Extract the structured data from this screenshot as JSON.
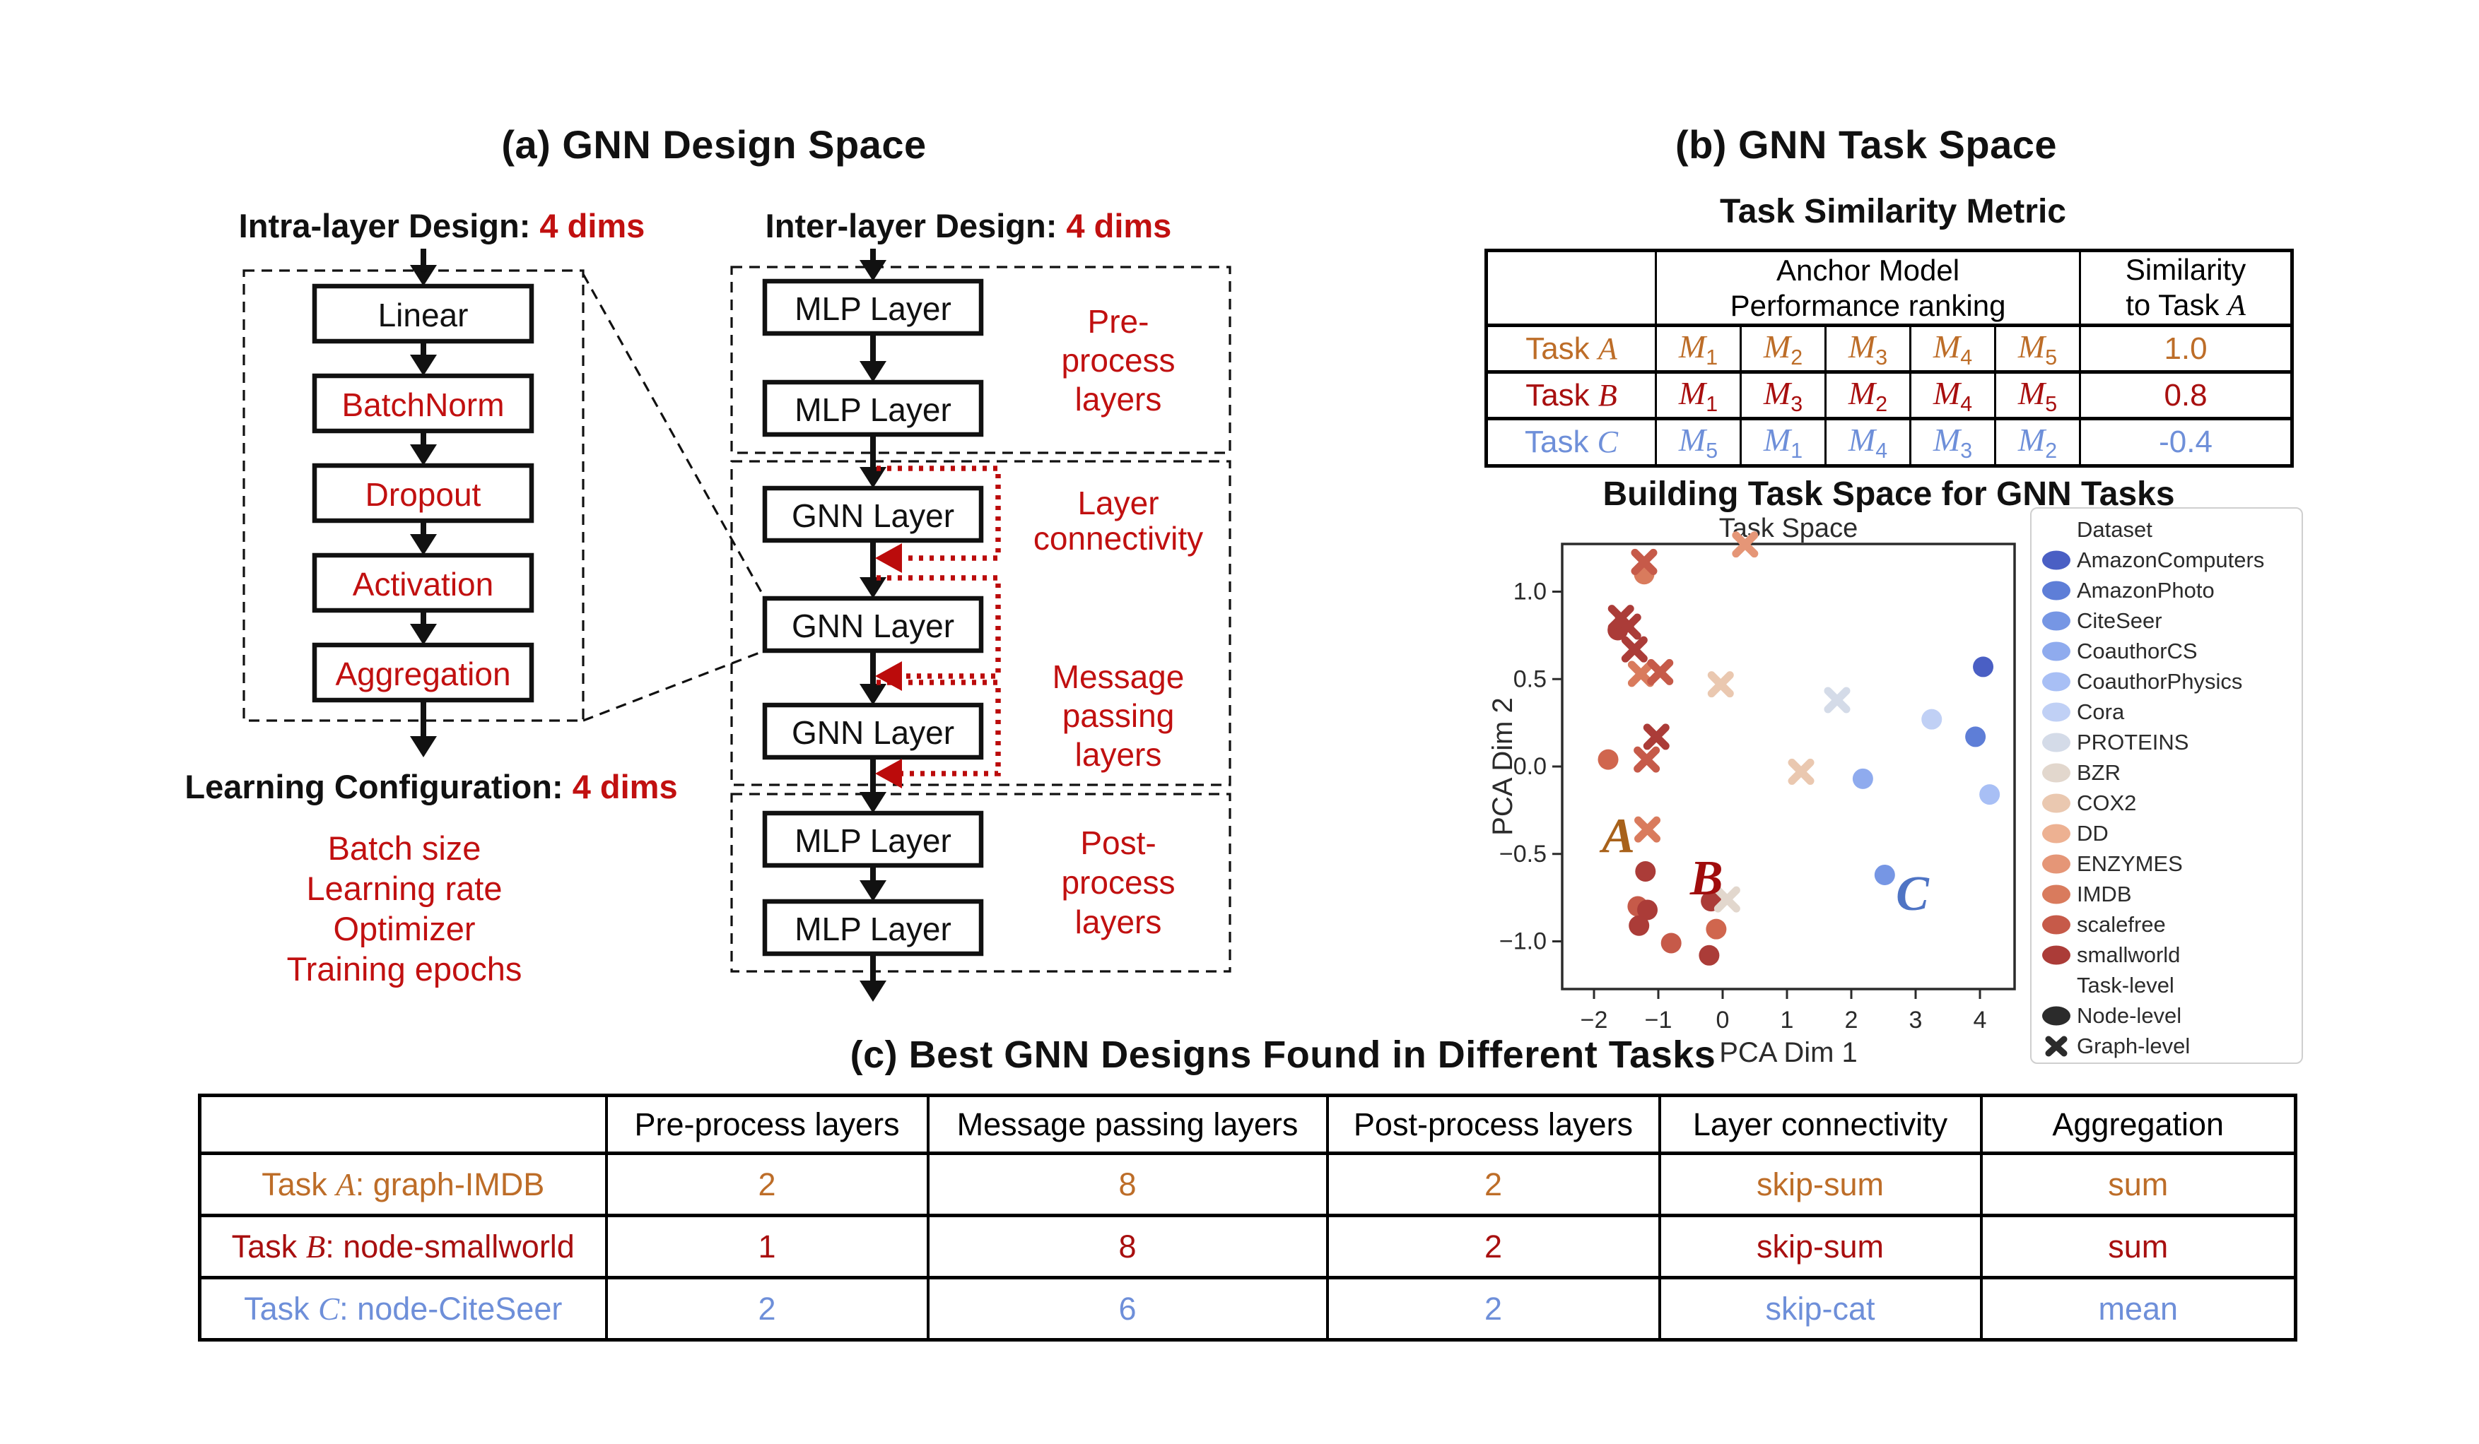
{
  "panel_a": {
    "title": "(a) GNN Design Space",
    "intra_heading": "Intra-layer Design:",
    "intra_heading_dims": "4 dims",
    "inter_heading": "Inter-layer Design:",
    "inter_heading_dims": "4 dims",
    "intra_boxes": [
      {
        "label": "Linear",
        "color": "#111111"
      },
      {
        "label": "BatchNorm",
        "color": "#c11010"
      },
      {
        "label": "Dropout",
        "color": "#c11010"
      },
      {
        "label": "Activation",
        "color": "#c11010"
      },
      {
        "label": "Aggregation",
        "color": "#c11010"
      }
    ],
    "inter_boxes": [
      "MLP Layer",
      "MLP Layer",
      "GNN Layer",
      "GNN Layer",
      "GNN Layer",
      "MLP Layer",
      "MLP Layer"
    ],
    "inter_labels": {
      "pre": [
        "Pre-",
        "process",
        "layers"
      ],
      "connectivity": [
        "Layer",
        "connectivity"
      ],
      "message": [
        "Message",
        "passing",
        "layers"
      ],
      "post": [
        "Post-",
        "process",
        "layers"
      ]
    },
    "learning_heading": "Learning Configuration:",
    "learning_heading_dims": "4 dims",
    "learning_items": [
      "Batch size",
      "Learning rate",
      "Optimizer",
      "Training epochs"
    ]
  },
  "panel_b": {
    "title": "(b) GNN Task Space",
    "metric_title": "Task Similarity Metric",
    "metric_table": {
      "anchor_header_line1": "Anchor Model",
      "anchor_header_line2": "Performance ranking",
      "similarity_header_line1": "Similarity",
      "similarity_header_line2_prefix": "to Task ",
      "similarity_header_letter": "A",
      "rows": [
        {
          "task_prefix": "Task ",
          "task_letter": "A",
          "color": "#bd6d28",
          "ranking": [
            "M1",
            "M2",
            "M3",
            "M4",
            "M5"
          ],
          "similarity": "1.0"
        },
        {
          "task_prefix": "Task ",
          "task_letter": "B",
          "color": "#a80f0f",
          "ranking": [
            "M1",
            "M3",
            "M2",
            "M4",
            "M5"
          ],
          "similarity": "0.8"
        },
        {
          "task_prefix": "Task ",
          "task_letter": "C",
          "color": "#6e8fd9",
          "ranking": [
            "M5",
            "M1",
            "M4",
            "M3",
            "M2"
          ],
          "similarity": "-0.4"
        }
      ]
    },
    "space_title": "Building Task Space for GNN Tasks"
  },
  "chart_data": {
    "type": "scatter",
    "title": "Task Space",
    "xlabel": "PCA Dim 1",
    "ylabel": "PCA Dim 2",
    "xlim": [
      -2.5,
      4.55
    ],
    "ylim": [
      -1.27,
      1.32
    ],
    "xticks": [
      -2,
      -1,
      0,
      1,
      2,
      3,
      4
    ],
    "yticks": [
      1.0,
      0.5,
      0.0,
      -0.5,
      -1.0
    ],
    "grid": false,
    "legend": {
      "position": "right",
      "dataset_header": "Dataset",
      "datasets": [
        {
          "name": "AmazonComputers",
          "color": "#4a5fc4"
        },
        {
          "name": "AmazonPhoto",
          "color": "#5e7ed7"
        },
        {
          "name": "CiteSeer",
          "color": "#7696e4"
        },
        {
          "name": "CoauthorCS",
          "color": "#8fabee"
        },
        {
          "name": "CoauthorPhysics",
          "color": "#a8bff5"
        },
        {
          "name": "Cora",
          "color": "#c0d0f5"
        },
        {
          "name": "PROTEINS",
          "color": "#d4dbe8"
        },
        {
          "name": "BZR",
          "color": "#e2d7cd"
        },
        {
          "name": "COX2",
          "color": "#eac8b0"
        },
        {
          "name": "DD",
          "color": "#edb192"
        },
        {
          "name": "ENZYMES",
          "color": "#e59677"
        },
        {
          "name": "IMDB",
          "color": "#d97b5d"
        },
        {
          "name": "scalefree",
          "color": "#c65a49"
        },
        {
          "name": "smallworld",
          "color": "#ab3c38"
        }
      ],
      "task_header": "Task-level",
      "task_levels": [
        {
          "name": "Node-level",
          "marker": "circle"
        },
        {
          "name": "Graph-level",
          "marker": "x"
        }
      ]
    },
    "points": [
      {
        "x": 0.35,
        "y": 1.27,
        "marker": "x",
        "dataset": "ENZYMES",
        "color": "#e59677"
      },
      {
        "x": -1.22,
        "y": 1.17,
        "marker": "x",
        "dataset": "scalefree",
        "color": "#c65a49"
      },
      {
        "x": -1.58,
        "y": 0.85,
        "marker": "x",
        "dataset": "smallworld",
        "color": "#ab3c38"
      },
      {
        "x": -1.47,
        "y": 0.8,
        "marker": "x",
        "dataset": "smallworld",
        "color": "#ab3c38"
      },
      {
        "x": -1.37,
        "y": 0.67,
        "marker": "x",
        "dataset": "smallworld",
        "color": "#ab3c38"
      },
      {
        "x": -1.27,
        "y": 0.53,
        "marker": "x",
        "dataset": "IMDB",
        "color": "#d97b5d"
      },
      {
        "x": -0.97,
        "y": 0.54,
        "marker": "x",
        "dataset": "scalefree",
        "color": "#c65a49"
      },
      {
        "x": -0.03,
        "y": 0.47,
        "marker": "x",
        "dataset": "COX2",
        "color": "#eac8b0"
      },
      {
        "x": 1.78,
        "y": 0.38,
        "marker": "x",
        "dataset": "PROTEINS",
        "color": "#d4dbe8"
      },
      {
        "x": -1.03,
        "y": 0.17,
        "marker": "x",
        "dataset": "smallworld",
        "color": "#ab3c38"
      },
      {
        "x": -1.18,
        "y": 0.04,
        "marker": "x",
        "dataset": "scalefree",
        "color": "#c65a49"
      },
      {
        "x": 1.22,
        "y": -0.03,
        "marker": "x",
        "dataset": "COX2",
        "color": "#eac8b0"
      },
      {
        "x": -1.17,
        "y": -0.36,
        "marker": "x",
        "dataset": "IMDB",
        "color": "#d97b5d"
      },
      {
        "x": 0.07,
        "y": -0.76,
        "marker": "x",
        "dataset": "BZR",
        "color": "#e2d7cd"
      },
      {
        "x": -1.22,
        "y": 1.1,
        "marker": "circle",
        "dataset": "IMDB",
        "color": "#d97b5d"
      },
      {
        "x": -1.63,
        "y": 0.78,
        "marker": "circle",
        "dataset": "smallworld",
        "color": "#ab3c38"
      },
      {
        "x": -1.78,
        "y": 0.04,
        "marker": "circle",
        "dataset": "IMDB",
        "color": "#d0664e"
      },
      {
        "x": -1.2,
        "y": -0.6,
        "marker": "circle",
        "dataset": "smallworld",
        "color": "#ab3c38"
      },
      {
        "x": -1.32,
        "y": -0.8,
        "marker": "circle",
        "dataset": "scalefree",
        "color": "#c65a49"
      },
      {
        "x": -1.17,
        "y": -0.82,
        "marker": "circle",
        "dataset": "smallworld",
        "color": "#ab3c38"
      },
      {
        "x": -1.3,
        "y": -0.91,
        "marker": "circle",
        "dataset": "smallworld",
        "color": "#ab3c38"
      },
      {
        "x": -0.18,
        "y": -0.77,
        "marker": "circle",
        "dataset": "smallworld",
        "color": "#ab3c38"
      },
      {
        "x": -0.1,
        "y": -0.93,
        "marker": "circle",
        "dataset": "IMDB",
        "color": "#d0664e"
      },
      {
        "x": -0.8,
        "y": -1.01,
        "marker": "circle",
        "dataset": "scalefree",
        "color": "#c65a49"
      },
      {
        "x": -0.21,
        "y": -1.08,
        "marker": "circle",
        "dataset": "smallworld",
        "color": "#ab3c38"
      },
      {
        "x": 2.18,
        "y": -0.07,
        "marker": "circle",
        "dataset": "CoauthorCS",
        "color": "#8fabee"
      },
      {
        "x": 2.52,
        "y": -0.62,
        "marker": "circle",
        "dataset": "CiteSeer",
        "color": "#7696e4"
      },
      {
        "x": 3.25,
        "y": 0.27,
        "marker": "circle",
        "dataset": "Cora",
        "color": "#c0d0f5"
      },
      {
        "x": 3.93,
        "y": 0.17,
        "marker": "circle",
        "dataset": "AmazonPhoto",
        "color": "#5e7ed7"
      },
      {
        "x": 4.05,
        "y": 0.57,
        "marker": "circle",
        "dataset": "AmazonComputers",
        "color": "#4a5fc4"
      },
      {
        "x": 4.15,
        "y": -0.16,
        "marker": "circle",
        "dataset": "CoauthorPhysics",
        "color": "#a8bff5"
      }
    ],
    "annotations": [
      {
        "text": "A",
        "x": -1.62,
        "y": -0.4,
        "color": "#a8611a"
      },
      {
        "text": "B",
        "x": -0.25,
        "y": -0.64,
        "color": "#a00d0d"
      },
      {
        "text": "C",
        "x": 2.95,
        "y": -0.73,
        "color": "#4f74c4"
      }
    ]
  },
  "panel_c": {
    "title": "(c) Best GNN Designs Found in Different Tasks",
    "columns": [
      "Pre-process layers",
      "Message passing layers",
      "Post-process layers",
      "Layer connectivity",
      "Aggregation"
    ],
    "rows": [
      {
        "task_prefix": "Task ",
        "task_letter": "A",
        "task_suffix": ": graph-IMDB",
        "color": "#bd6d28",
        "values": [
          "2",
          "8",
          "2",
          "skip-sum",
          "sum"
        ]
      },
      {
        "task_prefix": "Task ",
        "task_letter": "B",
        "task_suffix": ": node-smallworld",
        "color": "#a80f0f",
        "values": [
          "1",
          "8",
          "2",
          "skip-sum",
          "sum"
        ]
      },
      {
        "task_prefix": "Task ",
        "task_letter": "C",
        "task_suffix": ": node-CiteSeer",
        "color": "#6e8fd9",
        "values": [
          "2",
          "6",
          "2",
          "skip-cat",
          "mean"
        ]
      }
    ]
  }
}
